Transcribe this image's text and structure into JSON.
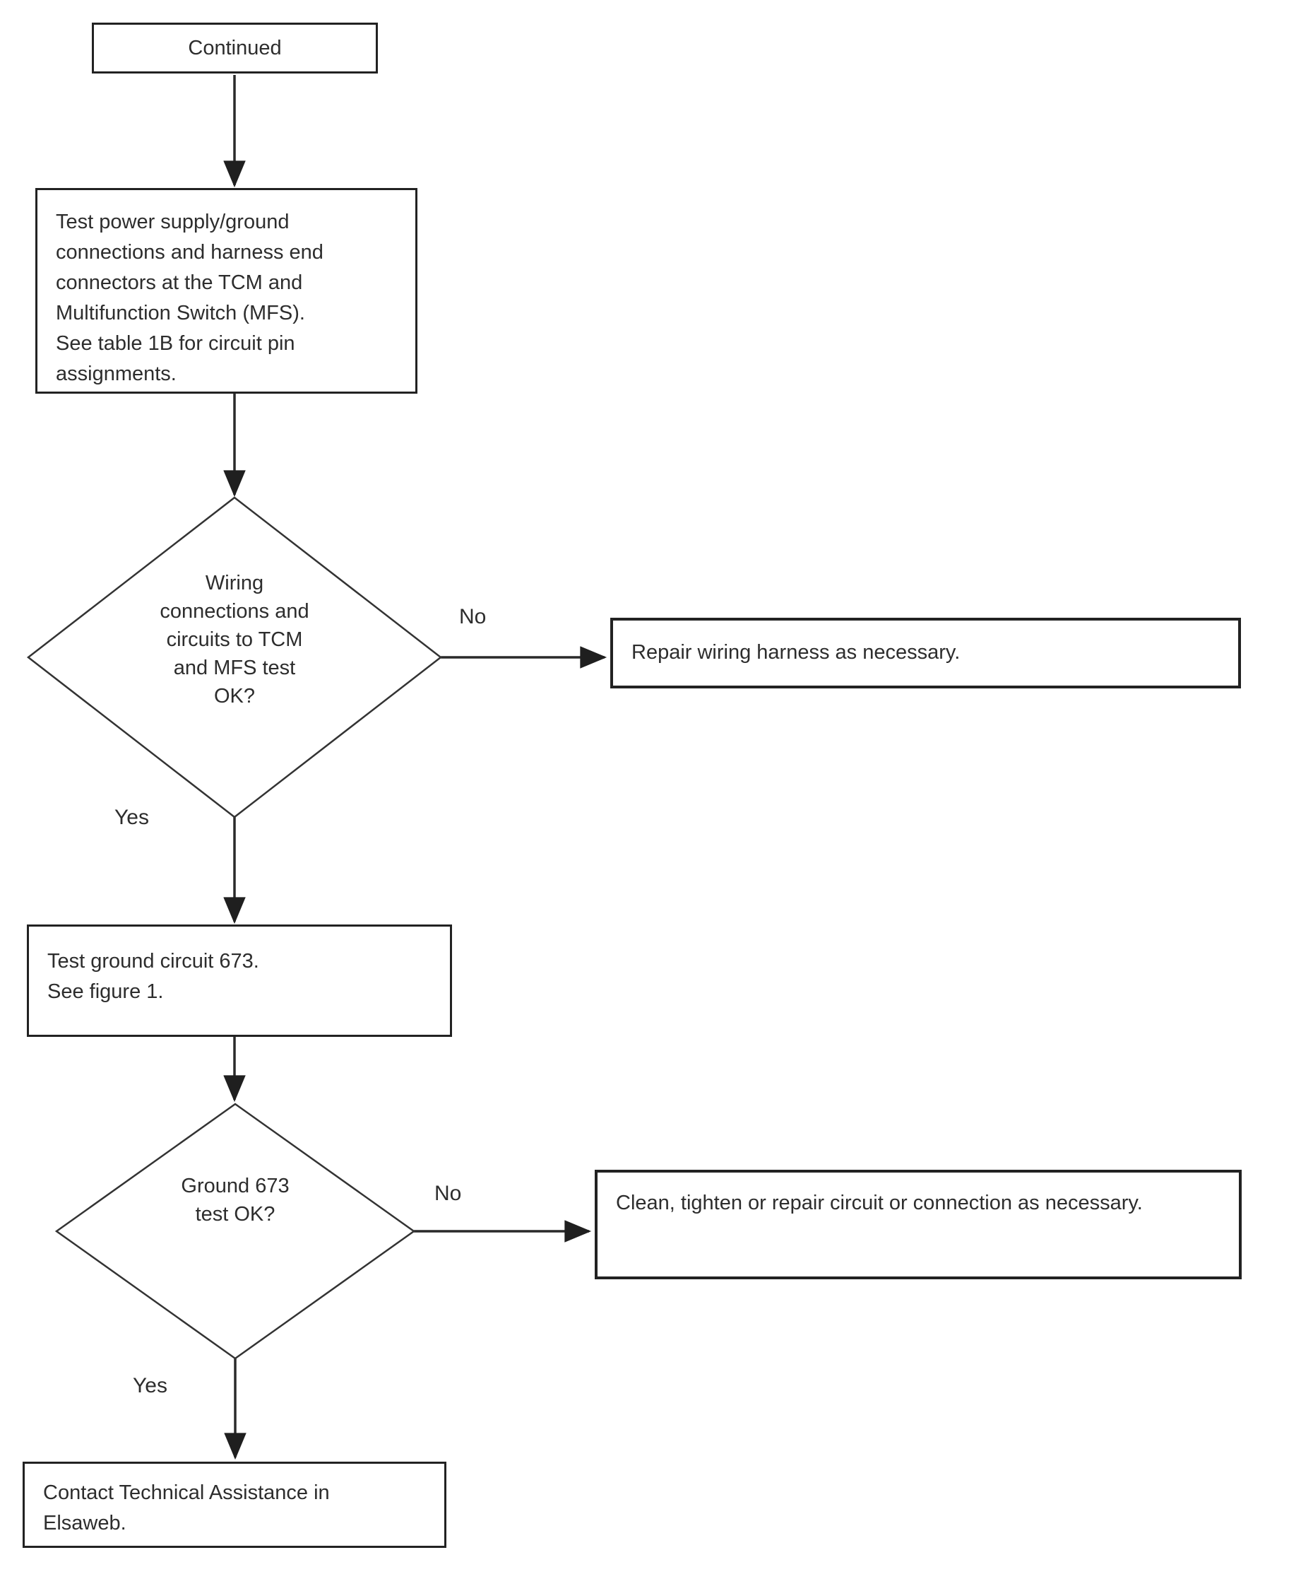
{
  "page": {
    "background": "#ffffff"
  },
  "flowchart": {
    "colors": {
      "stroke": "#2a2a2a",
      "text": "#2d2d2d",
      "node_fill": "#ffffff"
    },
    "nodes": {
      "continued": {
        "shape": "rect",
        "label": "Continued"
      },
      "test_power": {
        "shape": "rect",
        "label": "Test power supply/ground\nconnections and harness end\nconnectors at the TCM and\nMultifunction Switch (MFS).\nSee table 1B for circuit pin\nassignments."
      },
      "wiring_ok": {
        "shape": "diamond",
        "label": "Wiring\nconnections and\ncircuits to TCM\nand MFS test\nOK?"
      },
      "repair_wiring": {
        "shape": "rect",
        "label": "Repair wiring harness as necessary."
      },
      "test_ground": {
        "shape": "rect",
        "label": "Test ground circuit 673.\nSee figure 1."
      },
      "ground_ok": {
        "shape": "diamond",
        "label": "Ground 673\ntest OK?"
      },
      "clean_tighten": {
        "shape": "rect",
        "label": "Clean, tighten or repair circuit or connection as necessary."
      },
      "contact_assist": {
        "shape": "rect",
        "label": "Contact Technical Assistance in\nElsaweb."
      }
    },
    "edge_labels": {
      "wiring_no": "No",
      "wiring_yes": "Yes",
      "ground_no": "No",
      "ground_yes": "Yes"
    }
  }
}
